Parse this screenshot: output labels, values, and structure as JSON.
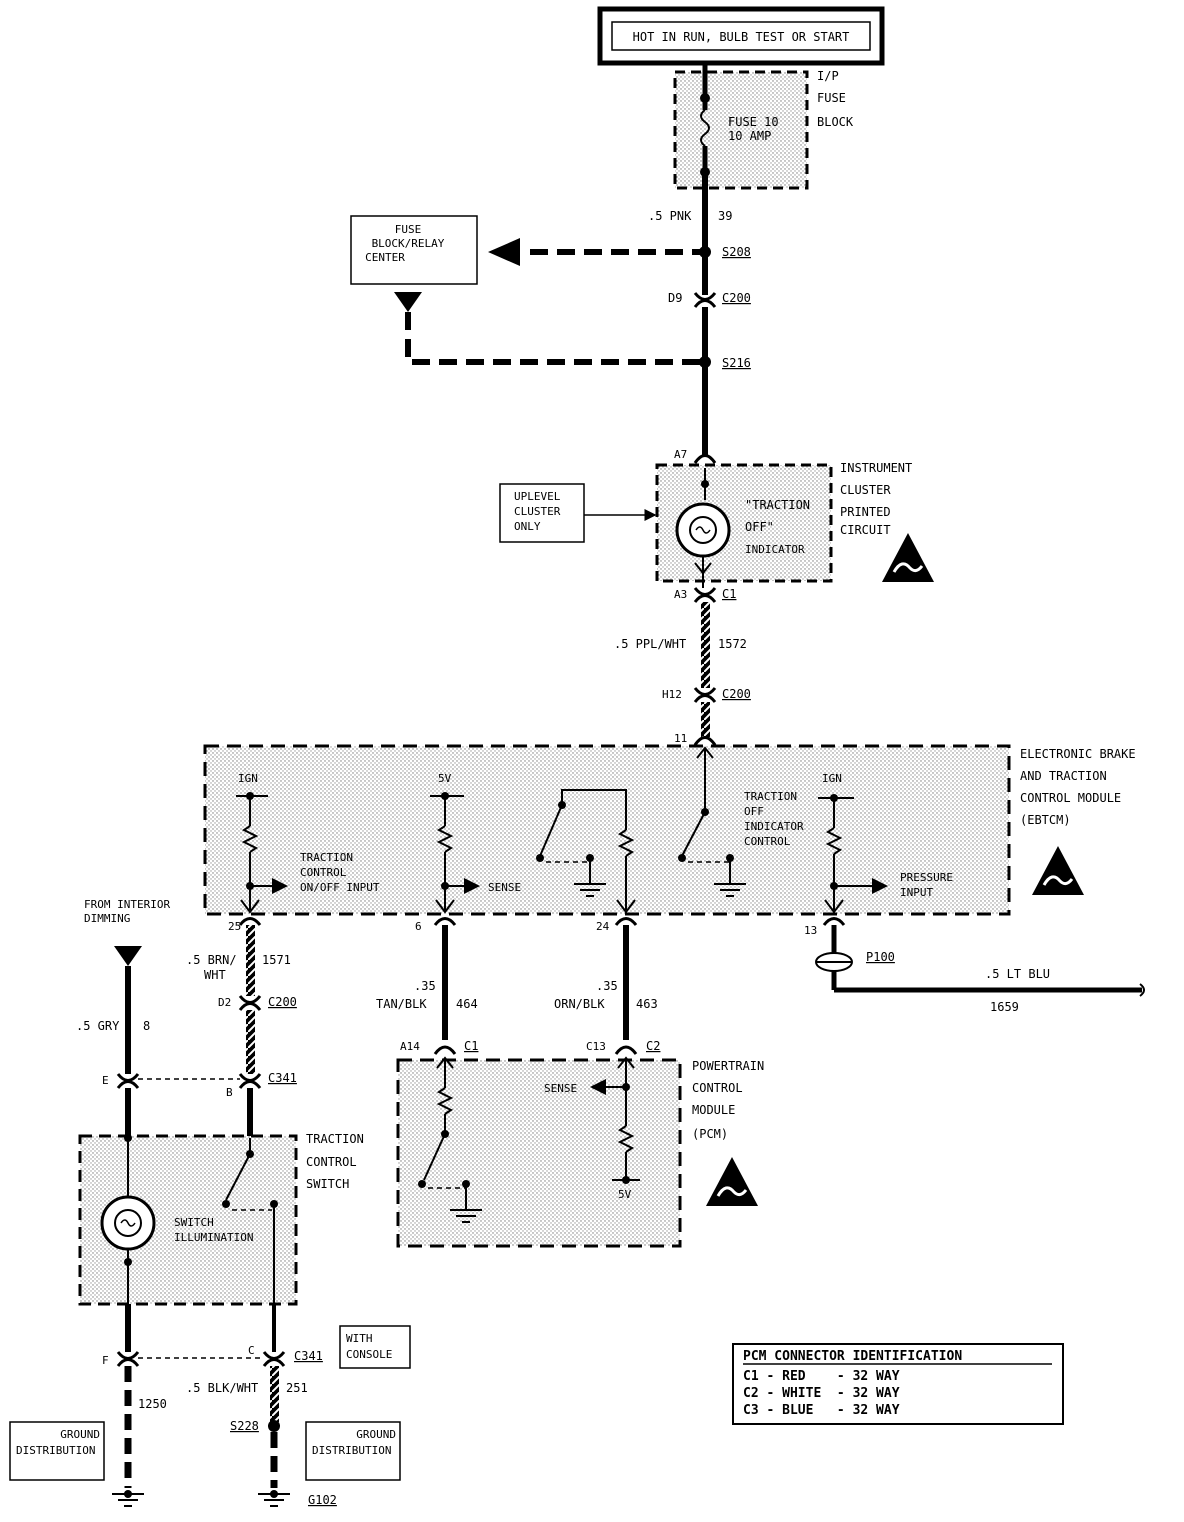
{
  "power": {
    "header": "HOT IN RUN, BULB TEST OR START"
  },
  "fuse_block": {
    "name_lines": [
      "I/P",
      "FUSE",
      "BLOCK"
    ],
    "fuse_label": "FUSE 10",
    "fuse_rating": "10 AMP"
  },
  "relay_center": {
    "lines": [
      "FUSE",
      "BLOCK/RELAY",
      "CENTER"
    ]
  },
  "wires": {
    "w39": {
      "gauge": ".5 PNK",
      "circuit": "39"
    },
    "w1572": {
      "gauge": ".5 PPL/WHT",
      "circuit": "1572"
    },
    "w1571": {
      "gauge_1": ".5 BRN/",
      "gauge_2": "WHT",
      "circuit": "1571"
    },
    "w464": {
      "gauge_1": ".35",
      "gauge_2": "TAN/BLK",
      "circuit": "464"
    },
    "w463": {
      "gauge_1": ".35",
      "gauge_2": "ORN/BLK",
      "circuit": "463"
    },
    "w1659": {
      "gauge": ".5 LT BLU",
      "circuit": "1659"
    },
    "w8": {
      "gauge": ".5 GRY",
      "circuit": "8"
    },
    "w251": {
      "gauge": ".5 BLK/WHT",
      "circuit": "251"
    },
    "w1250": {
      "circuit": "1250"
    }
  },
  "splices": {
    "s208": "S208",
    "s216": "S216",
    "s228": "S228"
  },
  "connectors": {
    "d9": "D9",
    "c200": "C200",
    "a7": "A7",
    "a3": "A3",
    "c1": "C1",
    "h12": "H12",
    "pin11": "11",
    "pin25": "25",
    "pin6": "6",
    "pin24": "24",
    "pin13": "13",
    "p100": "P100",
    "d2": "D2",
    "e": "E",
    "b": "B",
    "c341": "C341",
    "a14": "A14",
    "c13": "C13",
    "c2": "C2",
    "f": "F",
    "c": "C"
  },
  "cluster": {
    "name_lines": [
      "INSTRUMENT",
      "CLUSTER",
      "PRINTED",
      "CIRCUIT"
    ],
    "indicator_lines": [
      "\"TRACTION",
      "OFF\"",
      "INDICATOR"
    ],
    "uplevel_lines": [
      "UPLEVEL",
      "CLUSTER",
      "ONLY"
    ]
  },
  "ebtcm": {
    "name_lines": [
      "ELECTRONIC BRAKE",
      "AND TRACTION",
      "CONTROL MODULE",
      "(EBTCM)"
    ],
    "ign1": "IGN",
    "v5": "5V",
    "ign2": "IGN",
    "tc_input_lines": [
      "TRACTION",
      "CONTROL",
      "ON/OFF INPUT"
    ],
    "sense": "SENSE",
    "toi_lines": [
      "TRACTION",
      "OFF",
      "INDICATOR",
      "CONTROL"
    ],
    "pressure_lines": [
      "PRESSURE",
      "INPUT"
    ]
  },
  "interior": {
    "lines": [
      "FROM INTERIOR",
      "DIMMING"
    ]
  },
  "tc_switch": {
    "name_lines": [
      "TRACTION",
      "CONTROL",
      "SWITCH"
    ],
    "illum_lines": [
      "SWITCH",
      "ILLUMINATION"
    ]
  },
  "pcm": {
    "name_lines": [
      "POWERTRAIN",
      "CONTROL",
      "MODULE",
      "(PCM)"
    ],
    "sense": "SENSE",
    "v5": "5V"
  },
  "console": {
    "lines": [
      "WITH",
      "CONSOLE"
    ]
  },
  "grounds": {
    "dist_lines": [
      "GROUND",
      "DISTRIBUTION"
    ],
    "g102": "G102"
  },
  "pcm_id": {
    "title": "PCM CONNECTOR IDENTIFICATION",
    "rows": [
      "C1 - RED    - 32 WAY",
      "C2 - WHITE  - 32 WAY",
      "C3 - BLUE   - 32 WAY"
    ]
  }
}
